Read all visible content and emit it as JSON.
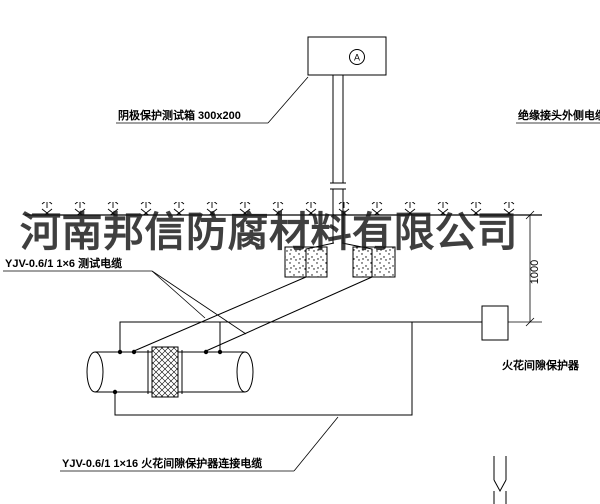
{
  "watermark": "河南邦信防腐材料有限公司",
  "labels": {
    "test_box": "阴极保护测试箱 300x200",
    "outer_cable": "绝缘接头外侧电缆",
    "test_cable": "YJV-0.6/1 1×6  测试电缆",
    "spark_gap_cable": "YJV-0.6/1 1×16  火花间隙保护器连接电缆",
    "spark_gap": "火花间隙保护器",
    "dimension_1000": "1000",
    "ammeter": "A"
  },
  "colors": {
    "line": "#000000",
    "background": "#ffffff",
    "watermark": "#161616"
  }
}
